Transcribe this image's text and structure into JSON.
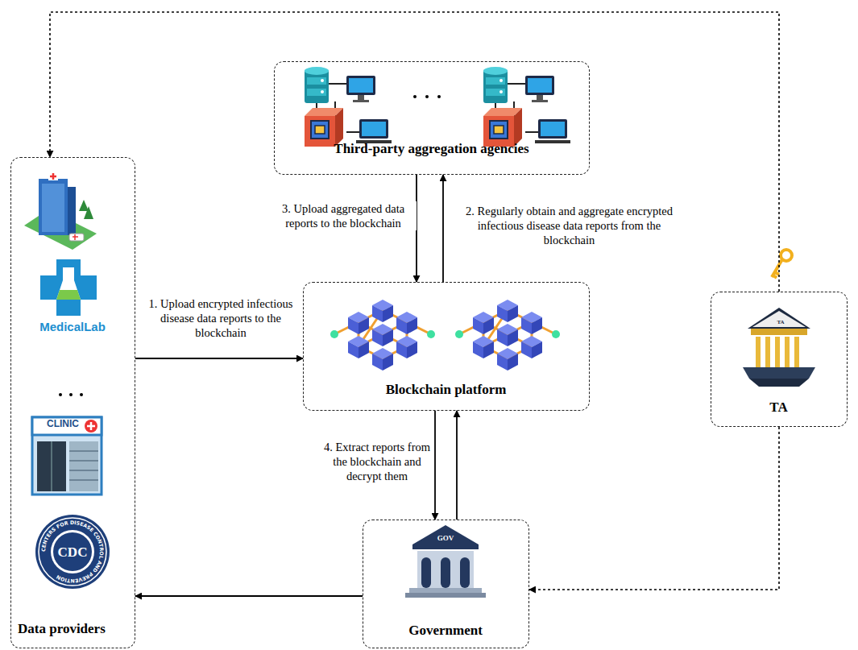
{
  "diagram": {
    "nodes": [
      {
        "text": [
          "Third-party aggregation agencies"
        ]
      },
      {
        "text": [
          "Data providers"
        ]
      },
      {
        "text": [
          "Blockchain platform"
        ]
      },
      {
        "text": [
          "Government"
        ]
      },
      {
        "text": [
          "TA"
        ]
      }
    ],
    "edges": [
      {
        "from": 1,
        "to": 2,
        "arrow": "to",
        "label": "1. Upload encrypted infectious disease data reports to the blockchain"
      },
      {
        "from": 2,
        "to": 0,
        "arrow": "to",
        "label": "2. Regularly obtain and aggregate encrypted infectious disease data reports from the blockchain"
      },
      {
        "from": 0,
        "to": 2,
        "arrow": "to",
        "label": "3. Upload aggregated data reports to the blockchain"
      },
      {
        "from": 2,
        "to": 3,
        "arrow": "to",
        "label": "4. Extract reports from the blockchain and decrypt them"
      },
      {
        "from": 3,
        "to": 2,
        "arrow": "to"
      },
      {
        "from": 3,
        "to": 1,
        "arrow": "to"
      },
      {
        "from": 4,
        "to": 1,
        "arrow": "to"
      },
      {
        "from": 4,
        "to": 3,
        "arrow": "to"
      }
    ],
    "labels": [
      "MedicalLab",
      "CLINIC",
      "CENTERS FOR DISEASE CONTROL AND PREVENTION",
      "CDC",
      "GOV",
      "TA"
    ]
  }
}
